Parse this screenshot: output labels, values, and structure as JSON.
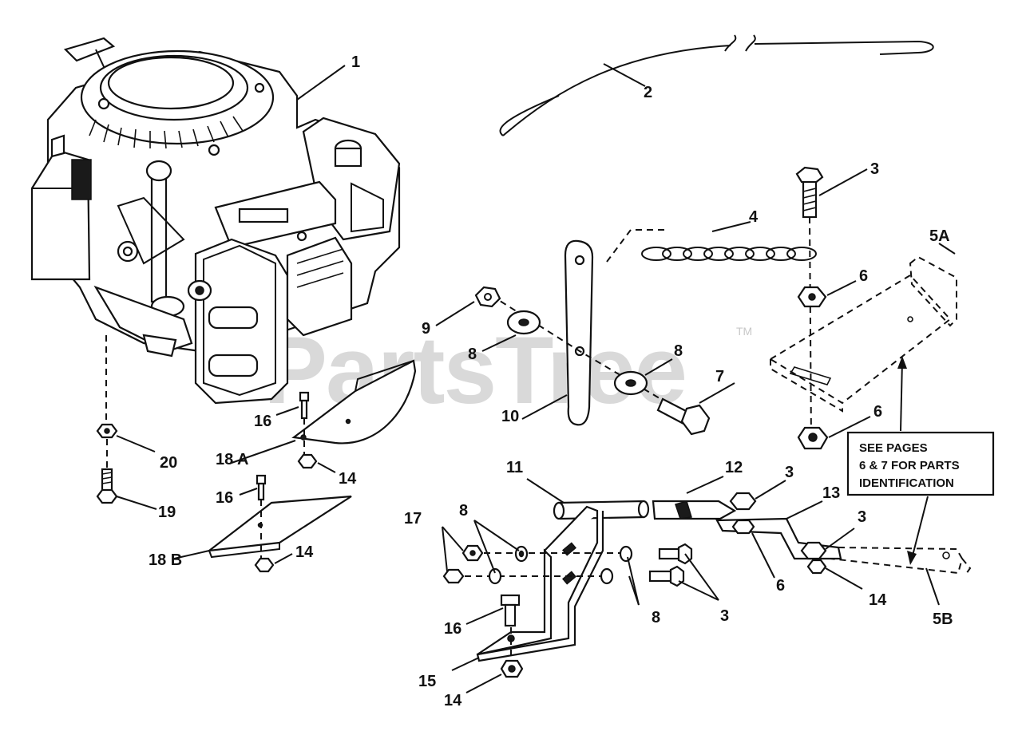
{
  "watermark": {
    "text": "PartsTree",
    "tm": "TM"
  },
  "note": {
    "lines": [
      "SEE PAGES",
      "6 & 7 FOR PARTS",
      "IDENTIFICATION"
    ]
  },
  "callouts": {
    "c1": "1",
    "c2": "2",
    "c3a": "3",
    "c3b": "3",
    "c3c": "3",
    "c3d": "3",
    "c4": "4",
    "c5a": "5A",
    "c5b": "5B",
    "c6a": "6",
    "c6b": "6",
    "c6c": "6",
    "c7": "7",
    "c8a": "8",
    "c8b": "8",
    "c8c": "8",
    "c8d": "8",
    "c9": "9",
    "c10": "10",
    "c11": "11",
    "c12": "12",
    "c13": "13",
    "c14a": "14",
    "c14b": "14",
    "c14c": "14",
    "c14d": "14",
    "c15": "15",
    "c16a": "16",
    "c16b": "16",
    "c16c": "16",
    "c17": "17",
    "c18a": "18 A",
    "c18b": "18 B",
    "c19": "19",
    "c20": "20"
  }
}
